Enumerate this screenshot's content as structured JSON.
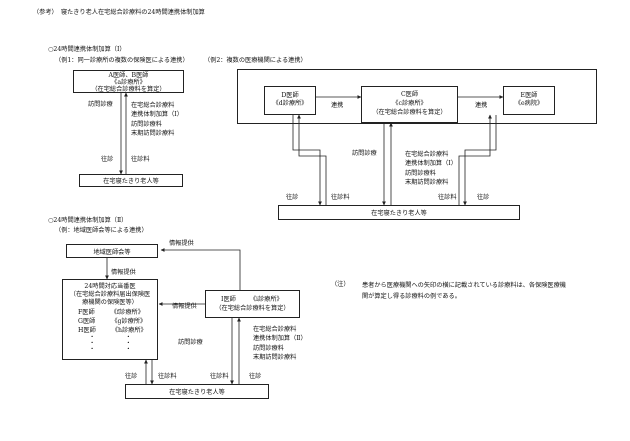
{
  "header": {
    "title": "（参考）　寝たきり老人在宅総合診療料の24時間連携体制加算"
  },
  "section1": {
    "heading": "○24時間連携体制加算（Ⅰ）",
    "example1": {
      "label": "（例1：同一診療所の複数の保険医による連携）",
      "doctor_box": [
        "A医師、B医師",
        "《a診療所》",
        "（在宅総合診療料を算定）"
      ],
      "visit_label": "訪問診療",
      "fees": [
        "在宅総合診療料",
        "連携体制加算（Ⅰ）",
        "訪問診療料",
        "末期訪問診療料"
      ],
      "oushin_label": "往診",
      "oushinryo_label": "往診料",
      "patient_box": "在宅寝たきり老人等"
    },
    "example2": {
      "label": "（例2：複数の医療機関による連携）",
      "d_box": [
        "D医師",
        "《d診療所》"
      ],
      "c_box": [
        "C医師",
        "《c診療所》",
        "（在宅総合診療料を算定）"
      ],
      "e_box": [
        "E医師",
        "《e病院》"
      ],
      "renkei_left": "連携",
      "renkei_right": "連携",
      "visit_label": "訪問診療",
      "fees": [
        "在宅総合診療料",
        "連携体制加算（Ⅰ）",
        "訪問診療料",
        "末期訪問診療料"
      ],
      "oushin_left": "往診",
      "oushinryo_left": "往診料",
      "oushin_right": "往診",
      "oushinryo_right": "往診料",
      "patient_box": "在宅寝たきり老人等"
    }
  },
  "section2": {
    "heading": "○24時間連携体制加算（Ⅱ）",
    "example": {
      "label": "（例：地域医師会等による連携）",
      "association_box": "地域医師会等",
      "info1": "情報提供",
      "info2": "情報提供",
      "info3": "情報提供",
      "duty_box": [
        "24時間対応当番医",
        "（在宅総合診療料届出保険医",
        "療機関の保険医等）"
      ],
      "duty_doctors": [
        {
          "name": "F医師",
          "clinic": "《f診療所》"
        },
        {
          "name": "G医師",
          "clinic": "《g診療所》"
        },
        {
          "name": "H医師",
          "clinic": "《h診療所》"
        }
      ],
      "dots": "・",
      "i_box": {
        "name": "I医師",
        "clinic": "《i診療所》",
        "note": "（在宅総合診療料を算定）"
      },
      "visit_label": "訪問診療",
      "fees": [
        "在宅総合診療料",
        "連携体制加算（Ⅱ）",
        "訪問診療料",
        "末期訪問診療料"
      ],
      "oushin_left": "往診",
      "oushinryo_left": "往診料",
      "oushin_right": "往診",
      "oushinryo_right": "往診料",
      "patient_box": "在宅寝たきり老人等"
    }
  },
  "note": {
    "mark": "（注）",
    "lines": [
      "患者から医療機関への矢印の横に記載されている診療料は、各保険医療機",
      "関が算定し得る診療料の例である。"
    ]
  }
}
